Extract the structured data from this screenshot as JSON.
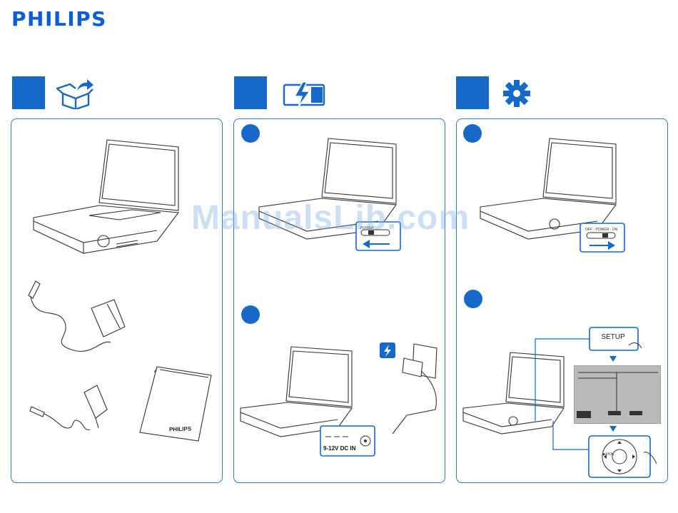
{
  "brand": {
    "name": "PHILIPS",
    "color": "#0b5ed7"
  },
  "accent_color": "#1669c9",
  "sections": [
    {
      "icon": "box-unpack-icon"
    },
    {
      "icon": "battery-charging-icon"
    },
    {
      "icon": "gear-icon"
    }
  ],
  "labels": {
    "setup_button": "SETUP",
    "dc_in": "9-12V DC IN",
    "manual_brand": "PHILIPS",
    "power_switch_off": "POWER",
    "power_switch_on": "OFF · POWER · ON",
    "nav_ok": "▶II/OK"
  },
  "watermark": "ManualsLib.com"
}
